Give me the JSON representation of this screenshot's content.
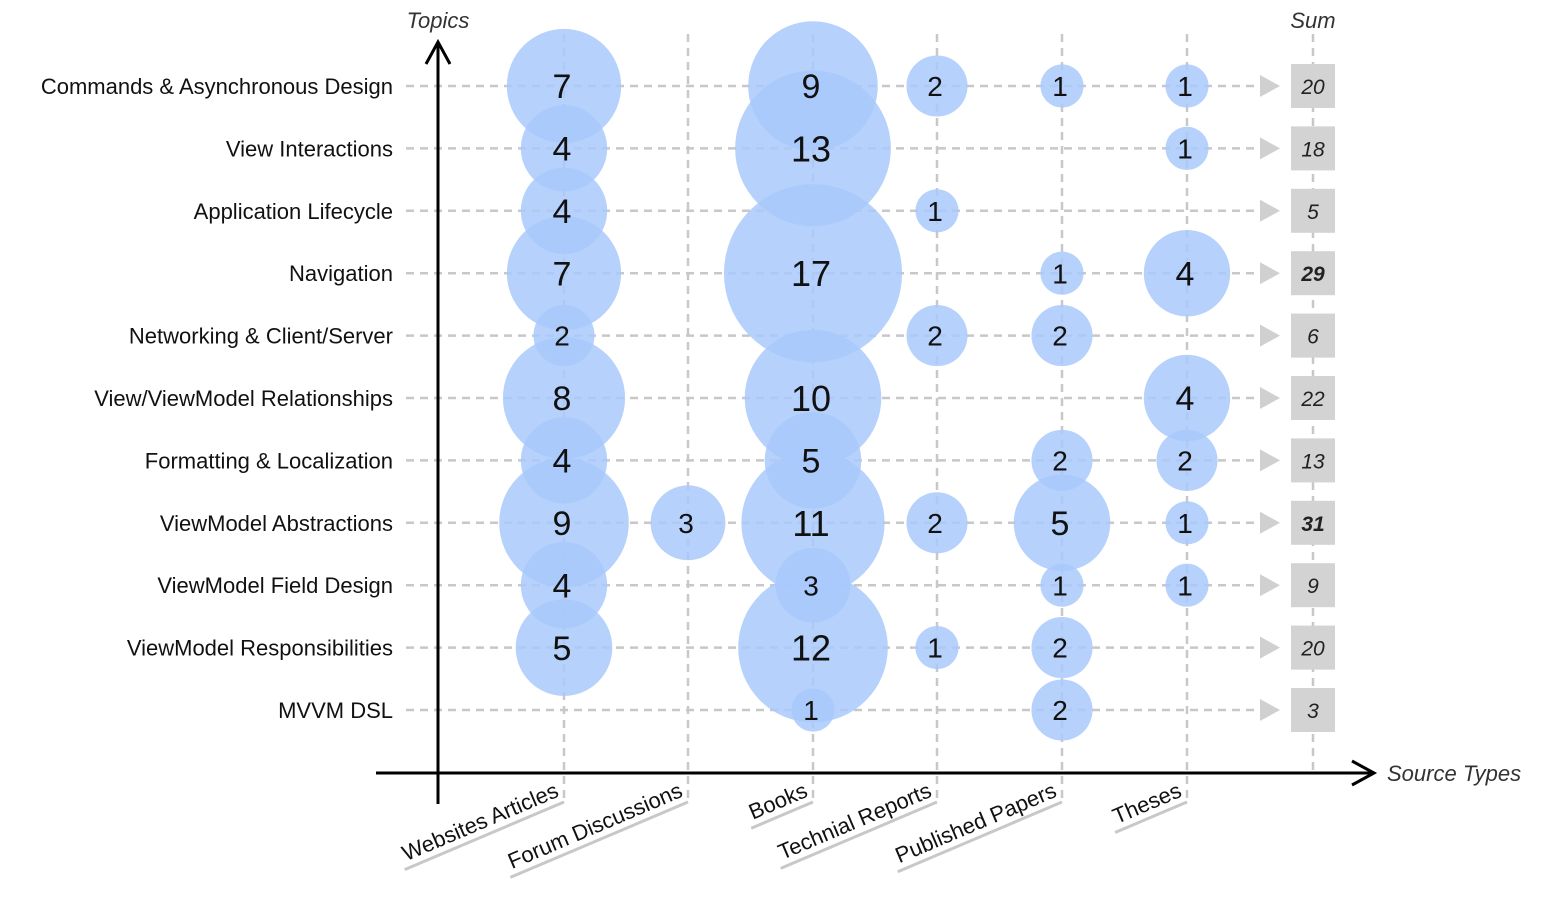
{
  "chart_data": {
    "type": "bubble",
    "ylabel": "Topics",
    "xlabel": "Source Types",
    "sum_label": "Sum",
    "bubble_color": "#a9c9fb",
    "sum_box_color": "#d3d3d3",
    "topics": [
      "Commands & Asynchronous Design",
      "View Interactions",
      "Application Lifecycle",
      "Navigation",
      "Networking & Client/Server",
      "View/ViewModel Relationships",
      "Formatting & Localization",
      "ViewModel Abstractions",
      "ViewModel Field Design",
      "ViewModel Responsibilities",
      "MVVM DSL"
    ],
    "source_types": [
      "Websites Articles",
      "Forum Discussions",
      "Books",
      "Technial Reports",
      "Published Papers",
      "Theses"
    ],
    "values": [
      [
        7,
        0,
        9,
        2,
        1,
        1
      ],
      [
        4,
        0,
        13,
        0,
        0,
        1
      ],
      [
        4,
        0,
        0,
        1,
        0,
        0
      ],
      [
        7,
        0,
        17,
        0,
        1,
        4
      ],
      [
        2,
        0,
        0,
        2,
        2,
        0
      ],
      [
        8,
        0,
        10,
        0,
        0,
        4
      ],
      [
        4,
        0,
        5,
        0,
        2,
        2
      ],
      [
        9,
        3,
        11,
        2,
        5,
        1
      ],
      [
        4,
        0,
        3,
        0,
        1,
        1
      ],
      [
        5,
        0,
        12,
        1,
        2,
        0
      ],
      [
        0,
        0,
        1,
        0,
        2,
        0
      ]
    ],
    "sums": [
      20,
      18,
      5,
      29,
      6,
      22,
      13,
      31,
      9,
      20,
      3
    ],
    "bold_sums": [
      29,
      31
    ]
  }
}
